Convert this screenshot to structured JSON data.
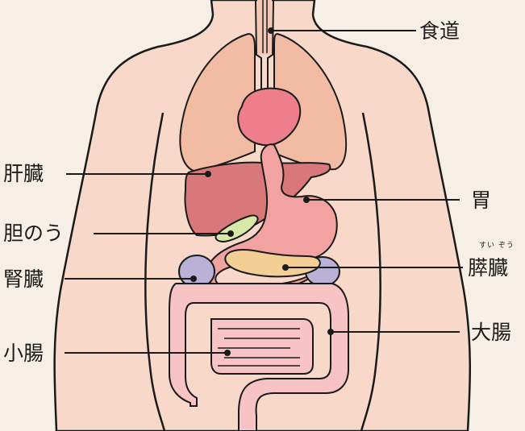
{
  "labels": {
    "esophagus": "食道",
    "liver": "肝臓",
    "stomach": "胃",
    "gallbladder": "胆のう",
    "kidney": "腎臓",
    "pancreas": "膵臓",
    "pancreas_reading": "すい ぞう",
    "small_intestine": "小腸",
    "large_intestine": "大腸"
  },
  "colors": {
    "background": "#f6efe6",
    "body": "#f8d8c9",
    "outline": "#1a1a1a",
    "lung": "#f2bba4",
    "heart": "#ee7f8a",
    "liver": "#d9787a",
    "stomach": "#f1a2a1",
    "gallbladder": "#d7e7a5",
    "pancreas": "#f3cf96",
    "kidney": "#b9b2d6",
    "intestine": "#f7c3c4"
  }
}
